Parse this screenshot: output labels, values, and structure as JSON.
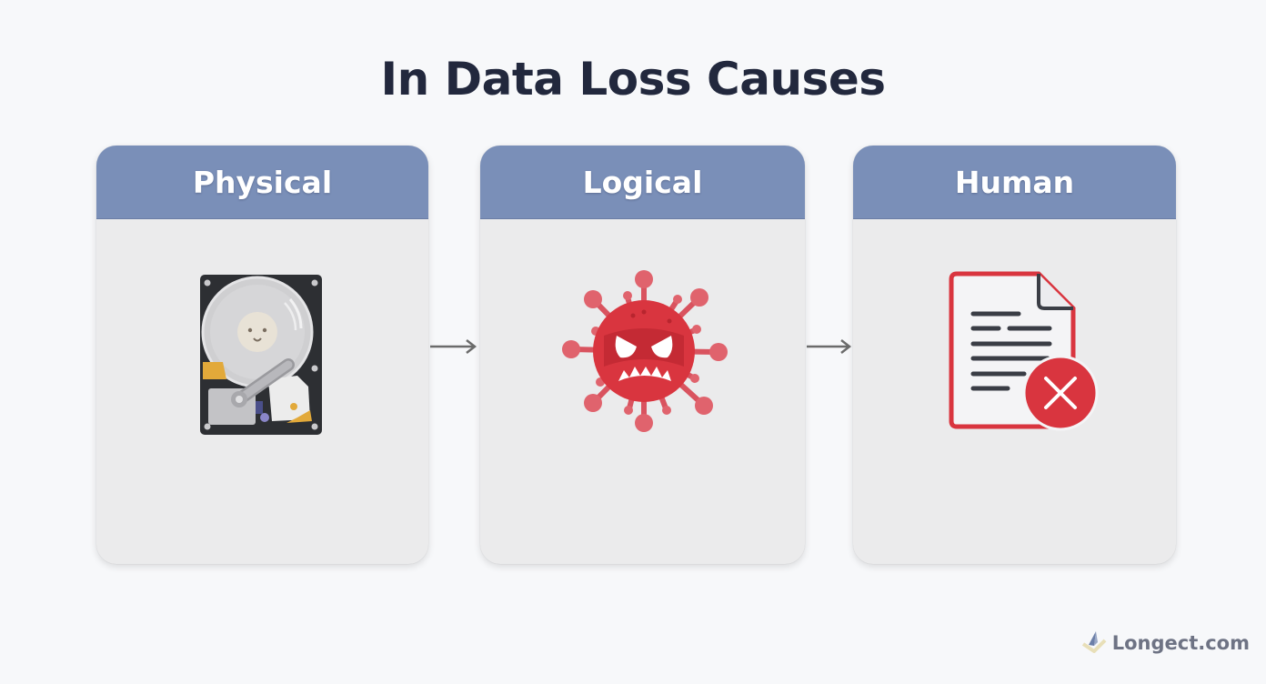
{
  "title": "In Data Loss Causes",
  "cards": [
    {
      "label": "Physical",
      "icon": "hard-drive-icon"
    },
    {
      "label": "Logical",
      "icon": "virus-icon"
    },
    {
      "label": "Human",
      "icon": "document-error-icon"
    }
  ],
  "connectors": [
    "arrow-right",
    "arrow-right"
  ],
  "brand": {
    "name": "Longect.com",
    "icon": "logo-icon"
  },
  "colors": {
    "background": "#f7f8fa",
    "header": "#7a8fb8",
    "card_body": "#ebebec",
    "title_text": "#22283d",
    "accent_red": "#d9353f",
    "arrow": "#6b6b6b"
  }
}
